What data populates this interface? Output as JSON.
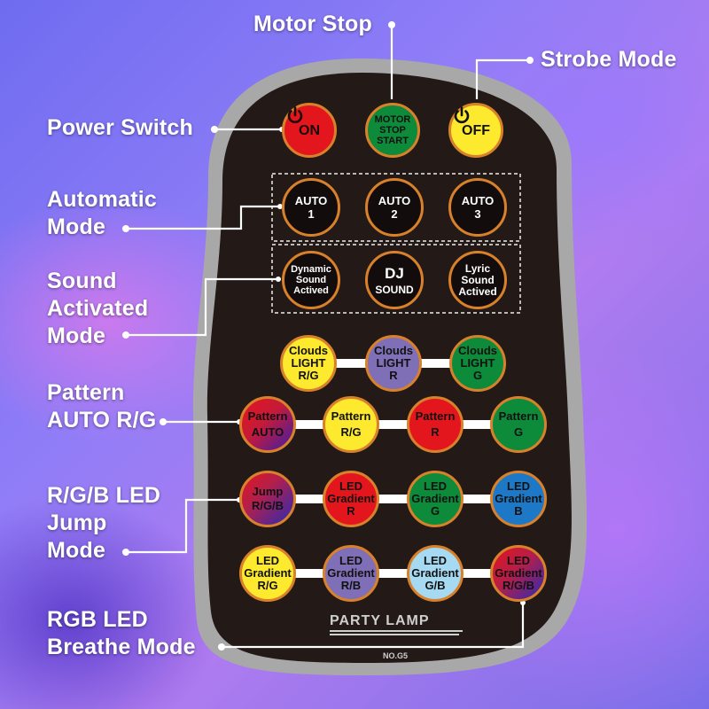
{
  "callouts": {
    "motor_stop": "Motor Stop",
    "strobe_mode": "Strobe Mode",
    "power_switch": "Power Switch",
    "automatic_mode": [
      "Automatic",
      "Mode"
    ],
    "sound_activated_mode": [
      "Sound",
      "Activated",
      "Mode"
    ],
    "pattern_auto": [
      "Pattern",
      "AUTO R/G"
    ],
    "rgb_led_jump": [
      "R/G/B LED",
      "Jump",
      "Mode"
    ],
    "rgb_led_breathe": [
      "RGB LED",
      "Breathe Mode"
    ]
  },
  "remote": {
    "top": {
      "power_on": "ON",
      "motor": [
        "MOTOR",
        "STOP",
        "START"
      ],
      "strobe_off": "OFF"
    },
    "auto": [
      [
        "AUTO",
        "1"
      ],
      [
        "AUTO",
        "2"
      ],
      [
        "AUTO",
        "3"
      ]
    ],
    "sound": {
      "dynamic": [
        "Dynamic",
        "Sound",
        "Actived"
      ],
      "dj": [
        "DJ",
        "SOUND"
      ],
      "lyric": [
        "Lyric",
        "Sound",
        "Actived"
      ]
    },
    "clouds": [
      [
        "Clouds",
        "LIGHT",
        "R/G"
      ],
      [
        "Clouds",
        "LIGHT",
        "R"
      ],
      [
        "Clouds",
        "LIGHT",
        "G"
      ]
    ],
    "pattern": [
      [
        "Pattern",
        "AUTO"
      ],
      [
        "Pattern",
        "R/G"
      ],
      [
        "Pattern",
        "R"
      ],
      [
        "Pattern",
        "G"
      ]
    ],
    "jump_row": [
      [
        "Jump",
        "R/G/B"
      ],
      [
        "LED",
        "Gradient",
        "R"
      ],
      [
        "LED",
        "Gradient",
        "G"
      ],
      [
        "LED",
        "Gradient",
        "B"
      ]
    ],
    "gradient_row": [
      [
        "LED",
        "Gradient",
        "R/G"
      ],
      [
        "LED",
        "Gradient",
        "R/B"
      ],
      [
        "LED",
        "Gradient",
        "G/B"
      ],
      [
        "LED",
        "Gradient",
        "R/G/B"
      ]
    ],
    "brand": "PARTY LAMP",
    "model": "NO.G5"
  },
  "colors": {
    "body": "#231a17",
    "rim": "#a8a8a8",
    "ring": "#d9812a",
    "red": "#e3161d",
    "green": "#0e8a3b",
    "yellow": "#fde92e",
    "purple": "#7f6fb6",
    "blue": "#1d79c7",
    "lightblue": "#a6d9f2"
  }
}
